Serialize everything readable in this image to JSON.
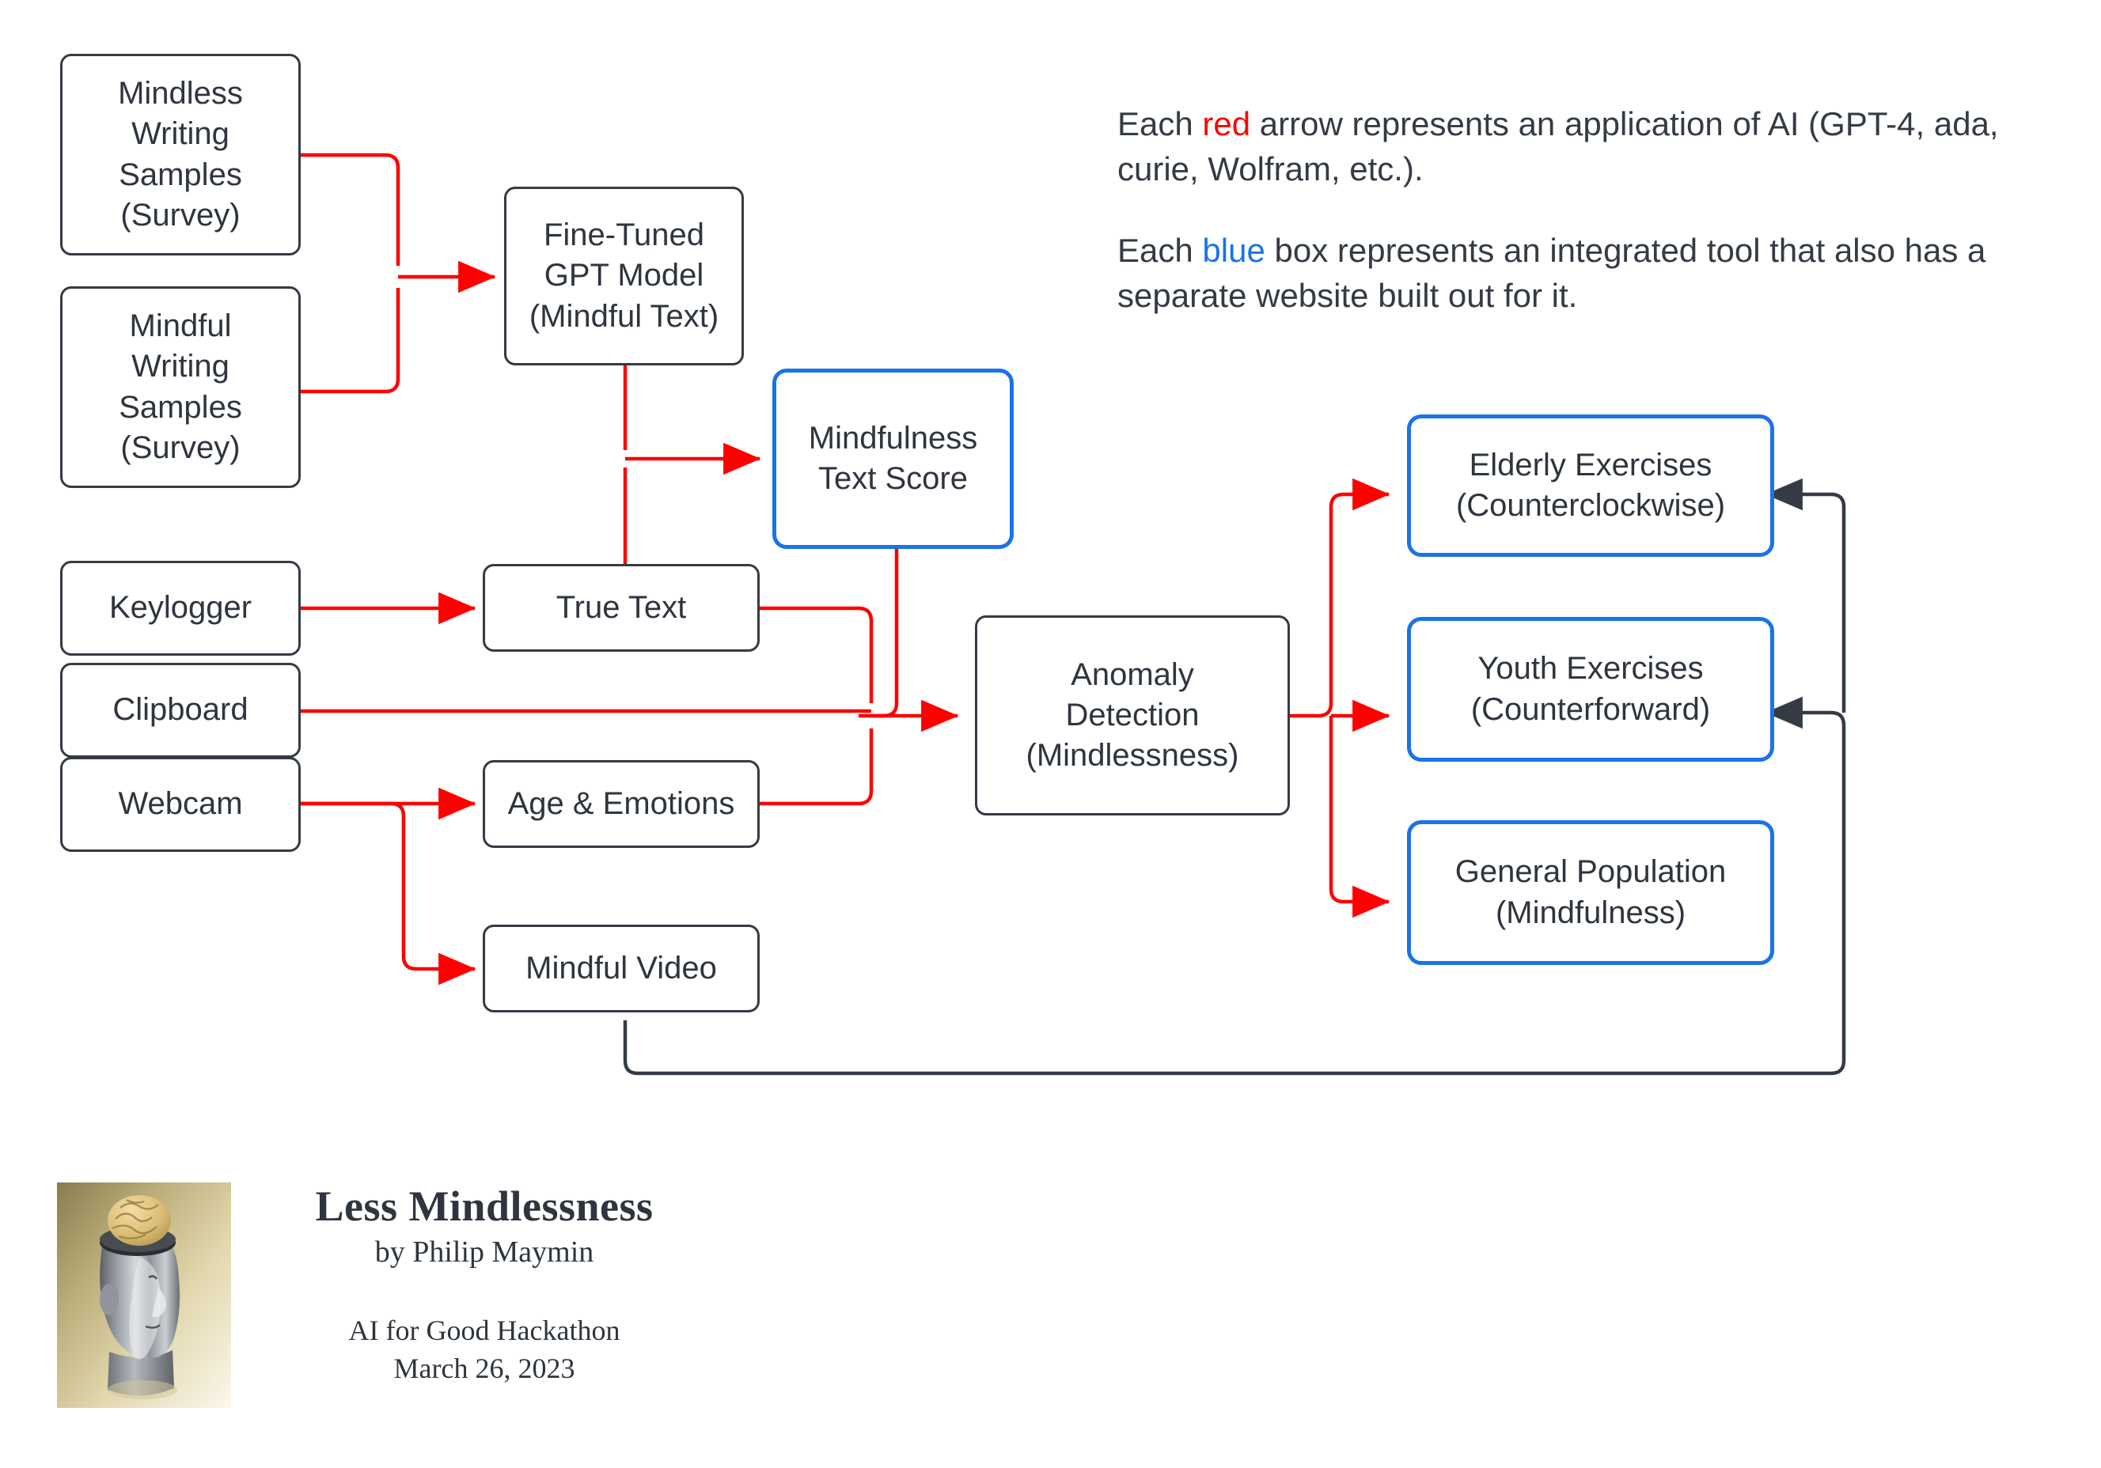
{
  "diagram": {
    "nodes": {
      "mindless_samples": "Mindless\nWriting\nSamples\n(Survey)",
      "mindful_samples": "Mindful\nWriting\nSamples\n(Survey)",
      "gpt_model": "Fine-Tuned\nGPT Model\n(Mindful Text)",
      "text_score": "Mindfulness\nText Score",
      "keylogger": "Keylogger",
      "clipboard": "Clipboard",
      "webcam": "Webcam",
      "true_text": "True Text",
      "age_emotions": "Age & Emotions",
      "mindful_video": "Mindful Video",
      "anomaly_detection": "Anomaly\nDetection\n(Mindlessness)",
      "elderly": "Elderly Exercises\n(Counterclockwise)",
      "youth": "Youth Exercises\n(Counterforward)",
      "general": "General Population\n(Mindfulness)"
    },
    "colors": {
      "arrow_red": "#ff0000",
      "box_blue": "#1a73e8",
      "box_gray": "#343b45",
      "text": "#2f353f",
      "feedback_arrow": "#343b45"
    }
  },
  "legend": {
    "line1_a": "Each ",
    "line1_red": "red",
    "line1_b": " arrow represents an application of AI (GPT-4, ada, curie, Wolfram, etc.).",
    "line2_a": "Each ",
    "line2_blue": "blue",
    "line2_b": " box represents an integrated tool that also has a separate website built out for it."
  },
  "footer": {
    "title": "Less Mindlessness",
    "author": "by Philip Maymin",
    "event": "AI for Good Hackathon",
    "date": "March 26, 2023",
    "logo_alt": "chrome head with golden brain"
  }
}
